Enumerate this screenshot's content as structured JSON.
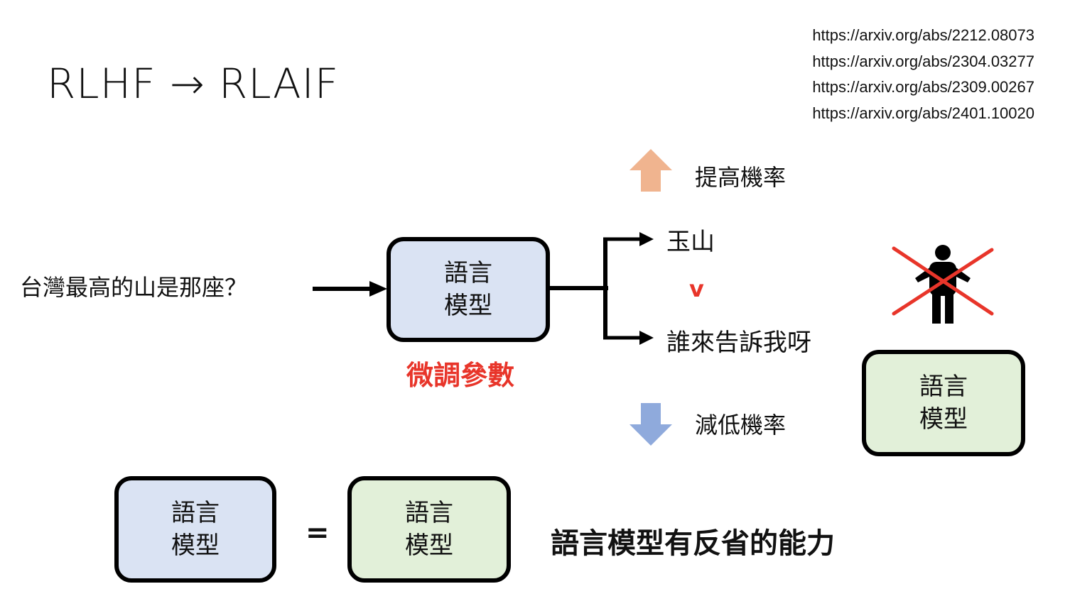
{
  "title": "RLHF → RLAIF",
  "references": [
    "https://arxiv.org/abs/2212.08073",
    "https://arxiv.org/abs/2304.03277",
    "https://arxiv.org/abs/2309.00267",
    "https://arxiv.org/abs/2401.10020"
  ],
  "question": "台灣最高的山是那座？",
  "model_box": {
    "line1": "語言",
    "line2": "模型"
  },
  "finetune_label": "微調參數",
  "responses": {
    "good": "玉山",
    "bad": "誰來告訴我呀",
    "comparison_mark": "v"
  },
  "probability": {
    "increase": "提高機率",
    "decrease": "減低機率"
  },
  "evaluator_box": {
    "line1": "語言",
    "line2": "模型"
  },
  "bottom": {
    "left_box": {
      "line1": "語言",
      "line2": "模型"
    },
    "equals": "=",
    "right_box": {
      "line1": "語言",
      "line2": "模型"
    },
    "caption": "語言模型有反省的能力"
  },
  "colors": {
    "model_fill": "#dae3f3",
    "evaluator_fill": "#e2f0d9",
    "up_arrow": "#f0b48f",
    "down_arrow": "#8faadc",
    "highlight_red": "#e8352a"
  },
  "icons": [
    "up-arrow-icon",
    "down-arrow-icon",
    "person-icon",
    "cross-out-icon"
  ]
}
